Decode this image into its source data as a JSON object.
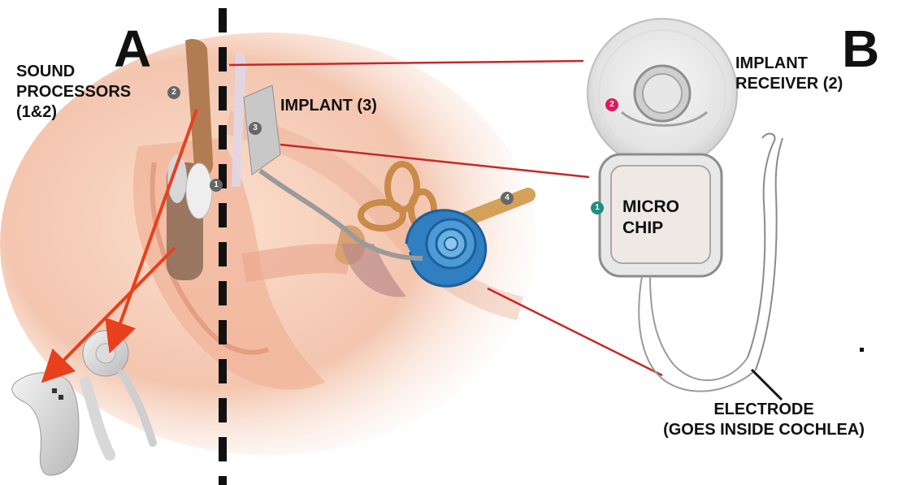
{
  "panels": {
    "a": "A",
    "b": "B"
  },
  "labels": {
    "sound_processors": [
      "SOUND",
      "PROCESSORS",
      "(1&2)"
    ],
    "implant": "IMPLANT (3)",
    "implant_receiver": [
      "IMPLANT",
      "RECEIVER (2)"
    ],
    "microchip": [
      "MICRO",
      "CHIP"
    ],
    "electrode": [
      "ELECTRODE",
      "(GOES INSIDE COCHLEA)"
    ]
  },
  "markers": {
    "m1": "1",
    "m2": "2",
    "m3": "3",
    "m4": "4",
    "receiver": "2",
    "chip": "1"
  },
  "colors": {
    "leader_line": "#c62828",
    "arrow": "#e8401c",
    "skin": "#f2bfa6",
    "cochlea": "#2f7fc1",
    "receiver_badge": "#d81b60",
    "chip_badge": "#1e8f7e",
    "divider": "#111111"
  }
}
